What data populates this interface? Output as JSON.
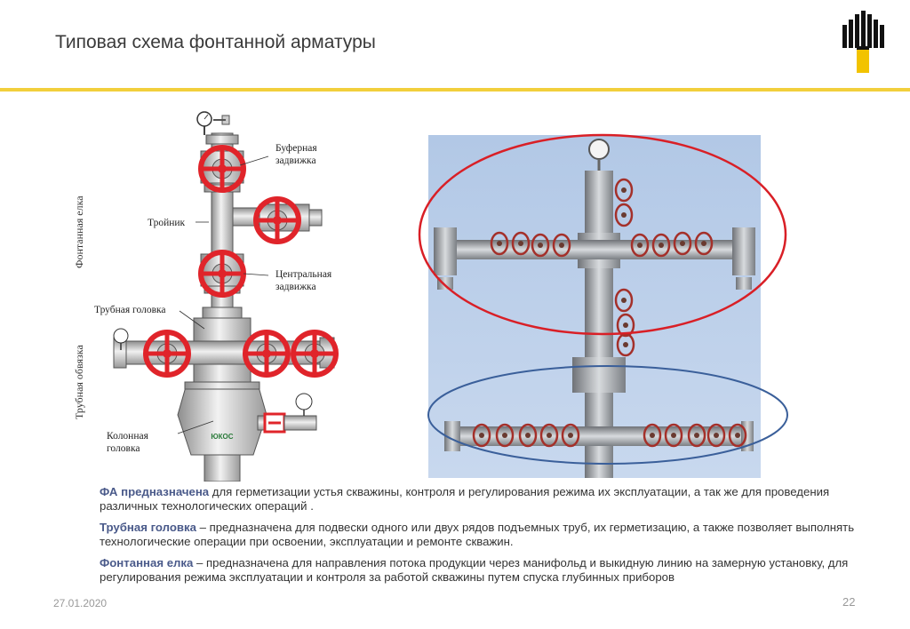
{
  "slide": {
    "title": "Типовая схема фонтанной арматуры",
    "date": "27.01.2020",
    "page_number": "22"
  },
  "colors": {
    "accent_rule": "#f2cf3c",
    "logo_yellow": "#f2c300",
    "valve_red": "#e0242a",
    "ellipse_red": "#d91f26",
    "ellipse_blue": "#3a5f9a",
    "photo_sky": "#b8cde8"
  },
  "diagram": {
    "labels": {
      "buffer_valve": "Буферная задвижка",
      "tee": "Тройник",
      "central_valve": "Центральная задвижка",
      "tubing_head": "Трубная головка",
      "casing_head": "Колонная головка",
      "christmas_tree": "Фонтанная елка",
      "tubing_binding": "Трубная обвязка",
      "brand_mark": "ЮКОС"
    }
  },
  "paragraphs": [
    {
      "term": "ФА предназначена",
      "text": " для герметизации устья скважины, контроля и регулирования режима их эксплуатации, а так же для проведения различных технологических операций ."
    },
    {
      "term": "Трубная головка",
      "text": " – предназначена для подвески одного или двух рядов подъемных труб, их герметизацию, а также позволяет выполнять технологические операции при освоении, эксплуатации и ремонте скважин."
    },
    {
      "term": "Фонтанная елка",
      "text": " – предназначена для направления потока продукции через манифольд и выкидную линию на замерную установку, для регулирования режима эксплуатации и контроля за работой скважины путем  спуска глубинных приборов"
    }
  ]
}
